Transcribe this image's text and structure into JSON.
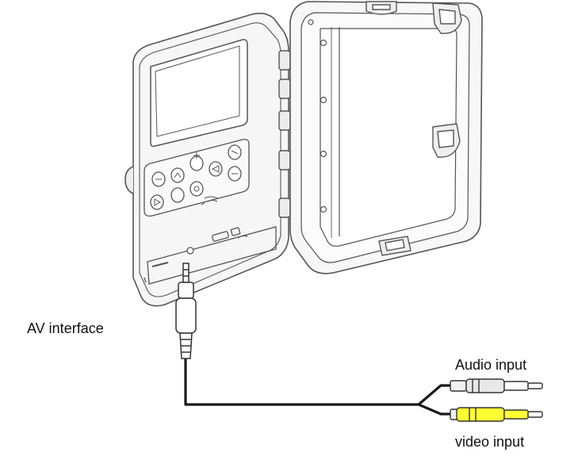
{
  "labels": {
    "av_interface": "AV interface",
    "audio_input": "Audio input",
    "video_input": "video input"
  },
  "colors": {
    "outline": "#555555",
    "body_fill": "#f6f6f6",
    "cable": "#1a1a1a",
    "audio_plug": "#e8e8e8",
    "video_plug": "#ffff33"
  }
}
